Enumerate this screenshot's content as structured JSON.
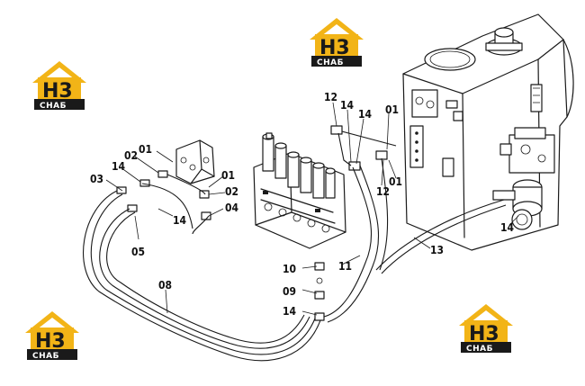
{
  "logo": {
    "mark": "H3",
    "subtitle": "СНАБ",
    "color_yellow": "#f2b417",
    "color_dark": "#1a1a1a"
  },
  "callouts": [
    "01",
    "01",
    "01",
    "01",
    "02",
    "02",
    "03",
    "04",
    "05",
    "08",
    "09",
    "10",
    "11",
    "12",
    "12",
    "13",
    "14",
    "14",
    "14",
    "14",
    "14",
    "14"
  ]
}
